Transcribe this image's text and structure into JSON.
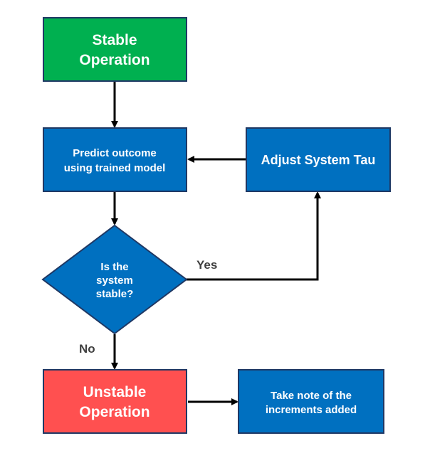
{
  "colors": {
    "green": "#00b050",
    "blue": "#0070c0",
    "red": "#ff5050",
    "border": "#1f3864",
    "arrow": "#000000",
    "label": "#404040"
  },
  "nodes": {
    "stable": {
      "line1": "Stable",
      "line2": "Operation"
    },
    "predict": {
      "line1": "Predict outcome",
      "line2": "using trained model"
    },
    "adjust": {
      "label": "Adjust System Tau"
    },
    "decision": {
      "line1": "Is the",
      "line2": "system",
      "line3": "stable?"
    },
    "unstable": {
      "line1": "Unstable",
      "line2": "Operation"
    },
    "note": {
      "line1": "Take note of the",
      "line2": "increments added"
    }
  },
  "edges": {
    "yes_label": "Yes",
    "no_label": "No"
  }
}
